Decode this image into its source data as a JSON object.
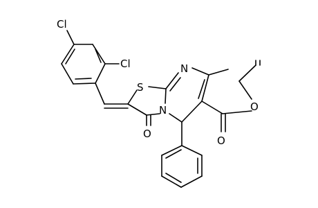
{
  "molecule": {
    "atoms": {
      "cl_para": "Cl",
      "cl_ortho": "Cl",
      "sulfur": "S",
      "nitrogen_ring": "N",
      "nitrogen_fused": "N",
      "oxygen_ketone": "O",
      "oxygen_ester_carbonyl": "O",
      "oxygen_ester_ether": "O"
    }
  }
}
